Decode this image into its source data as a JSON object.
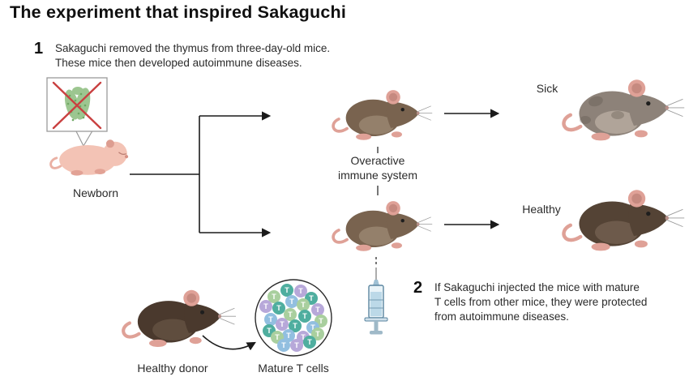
{
  "title": "The experiment that inspired Sakaguchi",
  "step1": {
    "number": "1",
    "text": "Sakaguchi removed the thymus from three-day-old mice.\nThese mice then developed autoimmune diseases."
  },
  "step2": {
    "number": "2",
    "text": "If Sakaguchi injected the mice with mature\nT cells from other mice, they were protected\nfrom autoimmune diseases."
  },
  "labels": {
    "newborn": "Newborn",
    "overactive": "Overactive\nimmune system",
    "sick": "Sick",
    "healthy": "Healthy",
    "healthy_donor": "Healthy donor",
    "mature_t_cells": "Mature T cells"
  },
  "illustration": {
    "newborn_color": "#f3c3b5",
    "treated_mouse_color": "#79634f",
    "treated_mouse_belly": "#94806b",
    "sick_mouse_color": "#8d8279",
    "sick_mouse_belly": "#b0a499",
    "healthy_mouse_color": "#544335",
    "healthy_mouse_belly": "#6d5a4b",
    "donor_mouse_color": "#4a392d",
    "donor_mouse_belly": "#5f4d3e",
    "ear_pink": "#dfa197",
    "thymus_green": "#9cc690",
    "thymus_speckle": "#6fa863",
    "cross_red": "#c94040",
    "line_color": "#1a1a1a",
    "syringe_blue": "#bcd9e8"
  },
  "t_cells": {
    "letter": "T",
    "radius": 8,
    "palette": [
      "#4fae9f",
      "#b7a8d9",
      "#a9cf9e",
      "#92bfe0"
    ],
    "cells": [
      [
        -8,
        -34,
        0
      ],
      [
        9,
        -33,
        1
      ],
      [
        -24,
        -26,
        2
      ],
      [
        -2,
        -20,
        3
      ],
      [
        22,
        -24,
        0
      ],
      [
        -34,
        -14,
        1
      ],
      [
        -18,
        -12,
        0
      ],
      [
        12,
        -16,
        2
      ],
      [
        30,
        -10,
        1
      ],
      [
        -4,
        -4,
        2
      ],
      [
        -28,
        2,
        3
      ],
      [
        14,
        -2,
        0
      ],
      [
        34,
        4,
        2
      ],
      [
        -14,
        8,
        1
      ],
      [
        2,
        10,
        0
      ],
      [
        24,
        12,
        3
      ],
      [
        -30,
        16,
        0
      ],
      [
        -6,
        22,
        3
      ],
      [
        12,
        24,
        1
      ],
      [
        30,
        20,
        2
      ],
      [
        -20,
        24,
        2
      ],
      [
        4,
        34,
        1
      ],
      [
        20,
        30,
        0
      ],
      [
        -12,
        34,
        3
      ]
    ]
  }
}
